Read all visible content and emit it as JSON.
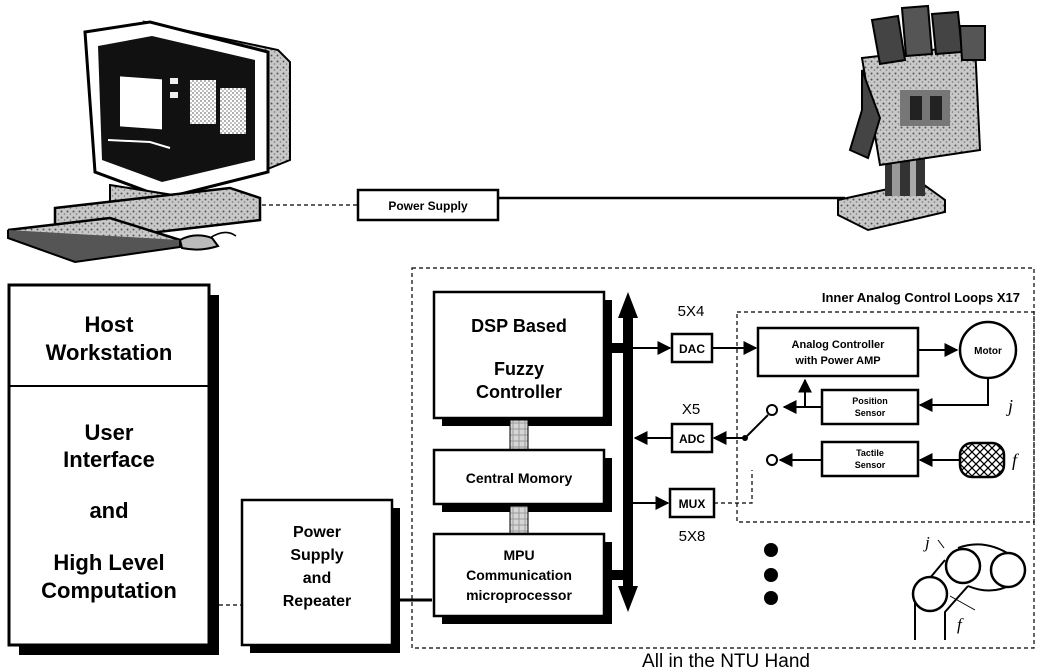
{
  "top_power_supply": "Power Supply",
  "host": {
    "title_line1": "Host",
    "title_line2": "Workstation",
    "line1": "User",
    "line2": "Interface",
    "line3": "and",
    "line4": "High Level",
    "line5": "Computation"
  },
  "repeater": {
    "line1": "Power",
    "line2": "Supply",
    "line3": "and",
    "line4": "Repeater"
  },
  "dsp": {
    "line1": "DSP Based",
    "line2": "Fuzzy",
    "line3": "Controller"
  },
  "central_memory": "Central Momory",
  "mpu": {
    "line1": "MPU",
    "line2": "Communication",
    "line3": "microprocessor"
  },
  "dac": {
    "label": "DAC",
    "count": "5X4"
  },
  "adc": {
    "label": "ADC",
    "count": "X5"
  },
  "mux": {
    "label": "MUX",
    "count": "5X8"
  },
  "inner_loops_title": "Inner Analog Control Loops X17",
  "analog_controller": {
    "line1": "Analog Controller",
    "line2": "with Power AMP"
  },
  "motor": "Motor",
  "position_sensor": {
    "line1": "Position",
    "line2": "Sensor"
  },
  "tactile_sensor": {
    "line1": "Tactile",
    "line2": "Sensor"
  },
  "symbol_j": "j",
  "symbol_f": "f",
  "caption": "All in the NTU Hand"
}
